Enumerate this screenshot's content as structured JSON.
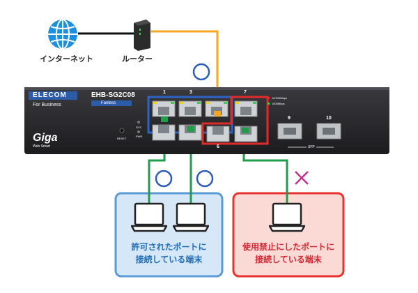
{
  "network": {
    "internet_label": "インターネット",
    "router_label": "ルーター"
  },
  "switch": {
    "brand": "ELECOM",
    "tagline": "For Business",
    "model": "EHB-SG2C08",
    "fanless": "Fanless",
    "giga": "Giga",
    "web_smart": "Web Smart",
    "reset": "RESET",
    "sys": "SYS",
    "pwr": "PWR",
    "led_100": "10/100Mbps",
    "led_1000": "1000Mbps",
    "ports": [
      "1",
      "3",
      "7",
      "6"
    ],
    "sfp_ports": [
      "9",
      "10"
    ],
    "sfp_label": "SFP"
  },
  "marks": {
    "ok": "〇",
    "ng": "×"
  },
  "groups": {
    "allowed": {
      "line1": "許可されたポートに",
      "line2": "接続している端末"
    },
    "blocked": {
      "line1": "使用禁止にしたポートに",
      "line2": "接続している端末"
    }
  },
  "colors": {
    "allowed_border": "#5b9bd5",
    "allowed_fill": "#d6e7f7",
    "blocked_border": "#e8322f",
    "blocked_fill": "#fbd9d4",
    "uplink_cable": "#f5a623",
    "client_cable": "#1f9e4a",
    "circle_mark": "#2d5db8",
    "cross_mark": "#c2338a",
    "allowed_text": "#1f6fb8",
    "blocked_text": "#d12a35"
  }
}
